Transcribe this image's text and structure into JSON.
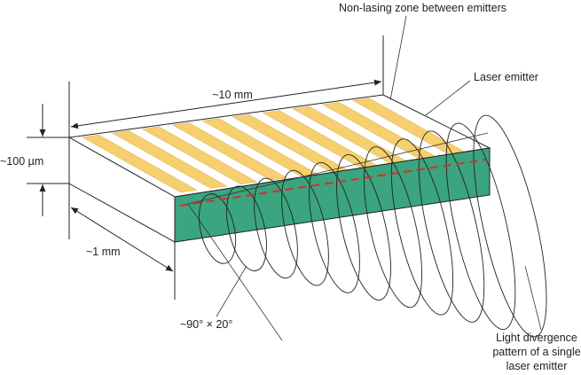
{
  "labels": {
    "non_lasing_zone": "Non-lasing zone between emitters",
    "laser_emitter": "Laser emitter",
    "length": "~10 mm",
    "height": "~100 µm",
    "depth": "~1 mm",
    "divergence_angle": "~90° × 20°",
    "divergence_line1": "Light divergence",
    "divergence_line2": "pattern of a single",
    "divergence_line3": "laser emitter"
  },
  "colors": {
    "emitter_stripe": "#f6cf6e",
    "front_facet": "#3aa57f",
    "beam_axis": "#e0282c",
    "outline": "#222222"
  },
  "emitter_count": 10,
  "divergence_ellipse_count": 11
}
